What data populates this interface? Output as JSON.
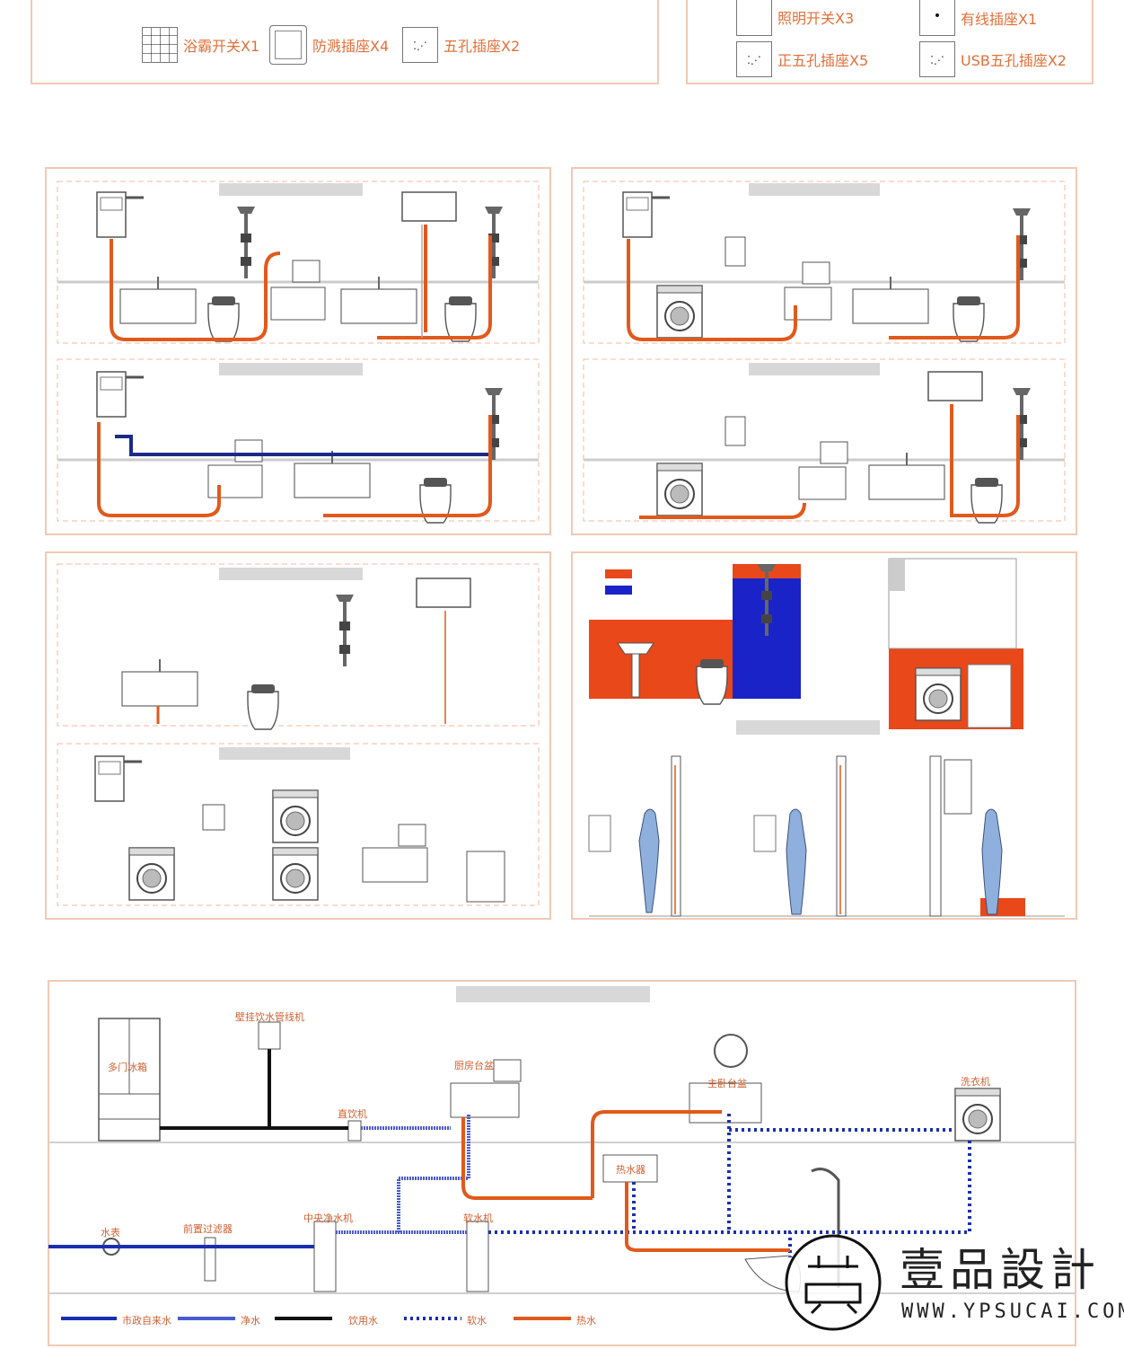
{
  "top_legend_left": [
    {
      "label": "浴霸开关X1",
      "icon": "bath-heater-switch-icon"
    },
    {
      "label": "防溅插座X4",
      "icon": "splashproof-socket-icon"
    },
    {
      "label": "五孔插座X2",
      "icon": "five-hole-socket-icon"
    }
  ],
  "top_legend_right": [
    {
      "label": "照明开关X3",
      "icon": "light-switch-icon"
    },
    {
      "label": "有线插座X1",
      "icon": "wired-socket-icon"
    },
    {
      "label": "正五孔插座X5",
      "icon": "five-hole-socket-icon"
    },
    {
      "label": "USB五孔插座X2",
      "icon": "usb-socket-icon"
    }
  ],
  "bottom_diagram": {
    "labels": {
      "fridge": "多门冰箱",
      "pipeline": "壁挂饮水管线机",
      "kitchen": "厨房台盆",
      "direct_drink": "直饮机",
      "basin": "主卧台盆",
      "washer": "洗衣机",
      "heater": "热水器",
      "meter": "水表",
      "prefilter": "前置过滤器",
      "central": "中央净水机",
      "softener": "软水机"
    },
    "legend": [
      {
        "label": "市政自来水",
        "color": "#1a2fb0",
        "style": "solid"
      },
      {
        "label": "净水",
        "color": "#4b5bd0",
        "style": "solid"
      },
      {
        "label": "饮用水",
        "color": "#111111",
        "style": "solid"
      },
      {
        "label": "软水",
        "color": "#1a2fb0",
        "style": "dotted"
      },
      {
        "label": "热水",
        "color": "#e05a1c",
        "style": "solid"
      }
    ]
  },
  "brand": {
    "name": "壹品設計",
    "url": "WWW.YPSUCAI.COM"
  },
  "colors": {
    "hot": "#e05a1c",
    "cold": "#1a2fb0",
    "panel_border": "#f0c9b4"
  }
}
